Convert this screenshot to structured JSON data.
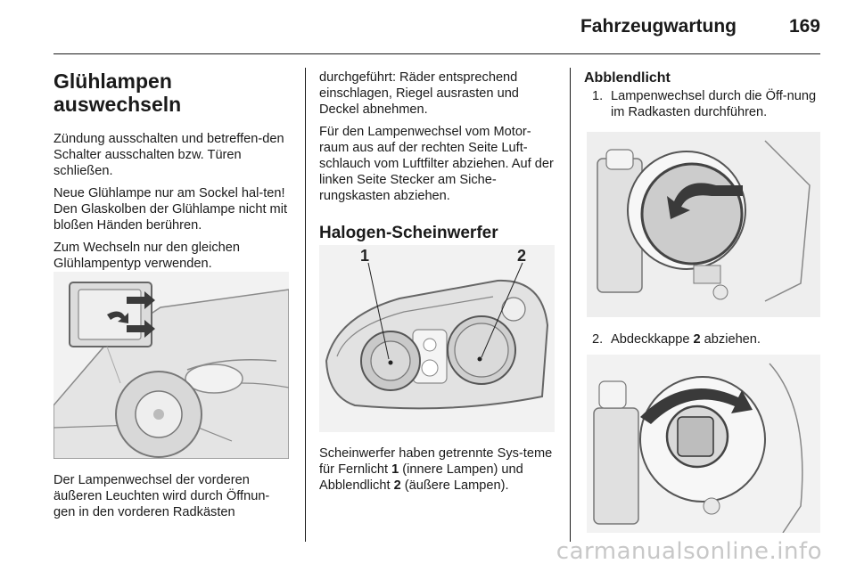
{
  "header": {
    "section": "Fahrzeugwartung",
    "page": "169"
  },
  "col1": {
    "heading": "Glühlampen auswechseln",
    "p1": "Zündung ausschalten und betreffen-den Schalter ausschalten bzw. Türen schließen.",
    "p2": "Neue Glühlampe nur am Sockel hal-ten! Den Glaskolben der Glühlampe nicht mit bloßen Händen berühren.",
    "p3": "Zum Wechseln nur den gleichen Glühlampentyp verwenden.",
    "p4": "Der Lampenwechsel der vorderen äußeren Leuchten wird durch Öffnun-gen in den vorderen Radkästen"
  },
  "col2": {
    "p1": "durchgeführt: Räder entsprechend einschlagen, Riegel ausrasten und Deckel abnehmen.",
    "p2": "Für den Lampenwechsel vom Motor-raum aus auf der rechten Seite Luft-schlauch vom Luftfilter abziehen. Auf der linken Seite Stecker am Siche-rungskasten abziehen.",
    "heading": "Halogen-Scheinwerfer",
    "label1": "1",
    "label2": "2",
    "p3_a": "Scheinwerfer haben getrennte Sys-teme für Fernlicht ",
    "p3_b": "1",
    "p3_c": " (innere Lampen) und Abblendlicht ",
    "p3_d": "2",
    "p3_e": " (äußere Lampen)."
  },
  "col3": {
    "heading": "Abblendlicht",
    "step1_num": "1.",
    "step1_text": "Lampenwechsel durch die Öff-nung im Radkasten durchführen.",
    "step2_num": "2.",
    "step2_a": "Abdeckkappe ",
    "step2_b": "2",
    "step2_c": " abziehen."
  },
  "watermark": "carmanualsonline.info"
}
